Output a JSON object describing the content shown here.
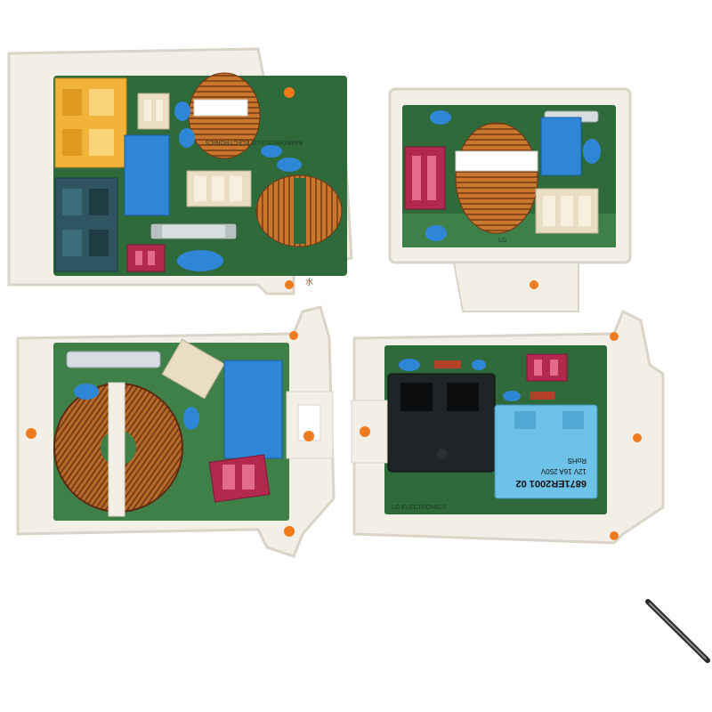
{
  "image": {
    "subject": "four-washing-machine-noise-filter-boards",
    "background_color": "#ffffff"
  },
  "modules": [
    {
      "board_silkscreen": "EAM60991313 LG ELECTRONICS"
    },
    {
      "board_silkscreen": "LG"
    },
    {
      "board_silkscreen": ""
    },
    {
      "board_silkscreen": "LG ELECTRONICS",
      "relay_label_line1": "6871ER2001 02",
      "relay_label_line2": "12V 16A 250V",
      "relay_label_line3": "RoHS"
    }
  ],
  "stray_mark": "水",
  "colors": {
    "housing": "#f2efe6",
    "housing_edge": "#d9d4c6",
    "pcb": "#2e6a3a",
    "pcb_light": "#3f8049",
    "copper": "#c9772f",
    "copper_dark": "#8a4a17",
    "connector_cream": "#e9ddc3",
    "connector_yellow": "#f2b33a",
    "connector_teal": "#2e5560",
    "connector_magenta": "#b3284f",
    "capacitor_blue": "#2f86d6",
    "relay_black": "#1f2427",
    "relay_label": "#6ec2e8",
    "hole_orange": "#f07a1e"
  }
}
